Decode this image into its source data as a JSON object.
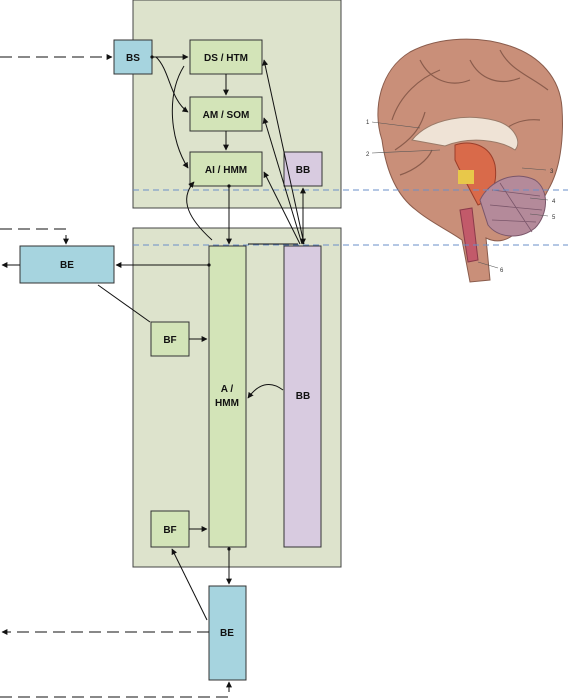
{
  "colors": {
    "panel": "#dde3cc",
    "green_box": "#d3e4b8",
    "blue_box": "#a6d4df",
    "purple_box": "#d8cbe0",
    "guide_line": "#6a8fc8"
  },
  "boxes": {
    "bs": "BS",
    "ds_htm": "DS / HTM",
    "am_som": "AM / SOM",
    "ai_hmm": "AI / HMM",
    "bb_upper": "BB",
    "be_upper": "BE",
    "bf_upper": "BF",
    "a_hmm_line1": "A /",
    "a_hmm_line2": "HMM",
    "bb_lower": "BB",
    "bf_lower": "BF",
    "be_lower": "BE"
  },
  "brain_callouts": [
    "1",
    "2",
    "3",
    "4",
    "5",
    "6"
  ]
}
